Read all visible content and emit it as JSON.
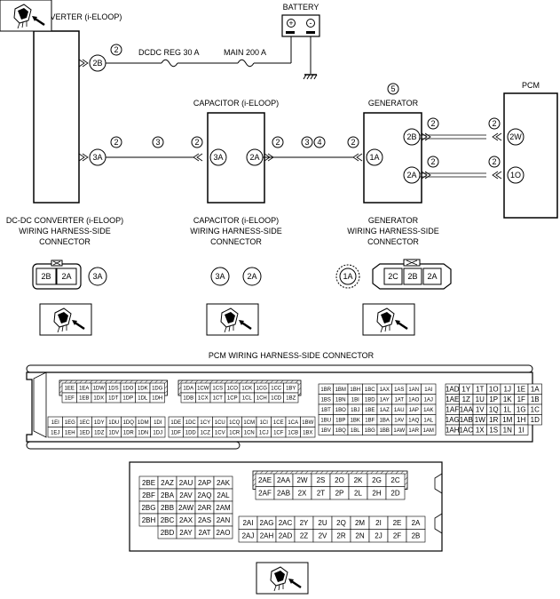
{
  "battery": {
    "label": "BATTERY",
    "plus": "+",
    "minus": "-"
  },
  "dcdc": {
    "label": "DC-DC CONVERTER (i-ELOOP)",
    "pin_top": "2B",
    "pin_bottom": "3A"
  },
  "fuses": {
    "dcdc_reg": "DCDC REG 30 A",
    "main": "MAIN 200 A"
  },
  "capacitor": {
    "label": "CAPACITOR (i-ELOOP)",
    "pin_left": "3A",
    "pin_right": "2A"
  },
  "generator": {
    "label": "GENERATOR",
    "note": "5",
    "pin_top": "2B",
    "pin_mid": "1A",
    "pin_bottom": "2A"
  },
  "pcm": {
    "label": "PCM",
    "pin_top": "2W",
    "pin_bottom": "1O"
  },
  "wire_notes": {
    "n2": "2",
    "n3": "3",
    "n4": "4"
  },
  "connector_labels": {
    "dcdc": [
      "DC-DC CONVERTER (i-ELOOP)",
      "WIRING HARNESS-SIDE",
      "CONNECTOR"
    ],
    "capacitor": [
      "CAPACITOR (i-ELOOP)",
      "WIRING HARNESS-SIDE",
      "CONNECTOR"
    ],
    "generator": [
      "GENERATOR",
      "WIRING HARNESS-SIDE",
      "CONNECTOR"
    ]
  },
  "connector_pins": {
    "dcdc_plug": [
      "2B",
      "2A"
    ],
    "dcdc_single": "3A",
    "cap_a": "3A",
    "cap_b": "2A",
    "gen_single": "1A",
    "gen_plug": [
      "2C",
      "2B",
      "2A"
    ]
  },
  "pcm_connector": {
    "title": "PCM WIRING HARNESS-SIDE CONNECTOR",
    "block1_row1": [
      "1EE",
      "1EA",
      "1DW",
      "1DS",
      "1DO",
      "1DK",
      "1DG"
    ],
    "block1_row2": [
      "1EF",
      "1EB",
      "1DX",
      "1DT",
      "1DP",
      "1DL",
      "1DH"
    ],
    "block2_row1": [
      "1DA",
      "1CW",
      "1CS",
      "1CO",
      "1CK",
      "1CG",
      "1CC",
      "1BY"
    ],
    "block2_row2": [
      "1DB",
      "1CX",
      "1CT",
      "1CP",
      "1CL",
      "1CH",
      "1CD",
      "1BZ"
    ],
    "block3_rows": [
      [
        "1BR",
        "1BM",
        "1BH",
        "1BC",
        "1AX",
        "1AS",
        "1AN",
        "1AI"
      ],
      [
        "1BS",
        "1BN",
        "1BI",
        "1BD",
        "1AY",
        "1AT",
        "1AO",
        "1AJ"
      ],
      [
        "1BT",
        "1BO",
        "1BJ",
        "1BE",
        "1AZ",
        "1AU",
        "1AP",
        "1AK"
      ],
      [
        "1BU",
        "1BP",
        "1BK",
        "1BF",
        "1BA",
        "1AV",
        "1AQ",
        "1AL"
      ],
      [
        "1BV",
        "1BQ",
        "1BL",
        "1BG",
        "1BB",
        "1AW",
        "1AR",
        "1AM"
      ]
    ],
    "block4_rows": [
      [
        "1AD",
        "1Y",
        "1T",
        "1O",
        "1J",
        "1E",
        "1A"
      ],
      [
        "1AE",
        "1Z",
        "1U",
        "1P",
        "1K",
        "1F",
        "1B"
      ],
      [
        "1AF",
        "1AA",
        "1V",
        "1Q",
        "1L",
        "1G",
        "1C"
      ],
      [
        "1AG",
        "1AB",
        "1W",
        "1R",
        "1M",
        "1H",
        "1D"
      ],
      [
        "1AH",
        "1AC",
        "1X",
        "1S",
        "1N",
        "1I",
        ""
      ]
    ],
    "block5_row1": [
      "1EI",
      "1EG",
      "1EC",
      "1DY",
      "1DU",
      "1DQ",
      "1DM",
      "1DI"
    ],
    "block5_row2": [
      "1EJ",
      "1EH",
      "1ED",
      "1DZ",
      "1DV",
      "1DR",
      "1DN",
      "1DJ"
    ],
    "block6_row1": [
      "1DE",
      "1DC",
      "1CY",
      "1CU",
      "1CQ",
      "1CM",
      "1CI",
      "1CE",
      "1CA",
      "1BW"
    ],
    "block6_row2": [
      "1DF",
      "1DD",
      "1CZ",
      "1CV",
      "1CR",
      "1CN",
      "1CJ",
      "1CF",
      "1CB",
      "1BX"
    ],
    "block7_rows": [
      [
        "2BE",
        "2AZ",
        "2AU",
        "2AP",
        "2AK"
      ],
      [
        "2BF",
        "2BA",
        "2AV",
        "2AQ",
        "2AL"
      ],
      [
        "2BG",
        "2BB",
        "2AW",
        "2AR",
        "2AM"
      ],
      [
        "2BH",
        "2BC",
        "2AX",
        "2AS",
        "2AN"
      ],
      [
        "",
        "2BD",
        "2AY",
        "2AT",
        "2AO"
      ]
    ],
    "block8_row1": [
      "2AE",
      "2AA",
      "2W",
      "2S",
      "2O",
      "2K",
      "2G",
      "2C"
    ],
    "block8_row2": [
      "2AF",
      "2AB",
      "2X",
      "2T",
      "2P",
      "2L",
      "2H",
      "2D"
    ],
    "block9_row1": [
      "2AI",
      "2AG",
      "2AC",
      "2Y",
      "2U",
      "2Q",
      "2M",
      "2I",
      "2E",
      "2A"
    ],
    "block9_row2": [
      "2AJ",
      "2AH",
      "2AD",
      "2Z",
      "2V",
      "2R",
      "2N",
      "2J",
      "2F",
      "2B"
    ]
  },
  "icons": [
    "connector-view-icon"
  ]
}
